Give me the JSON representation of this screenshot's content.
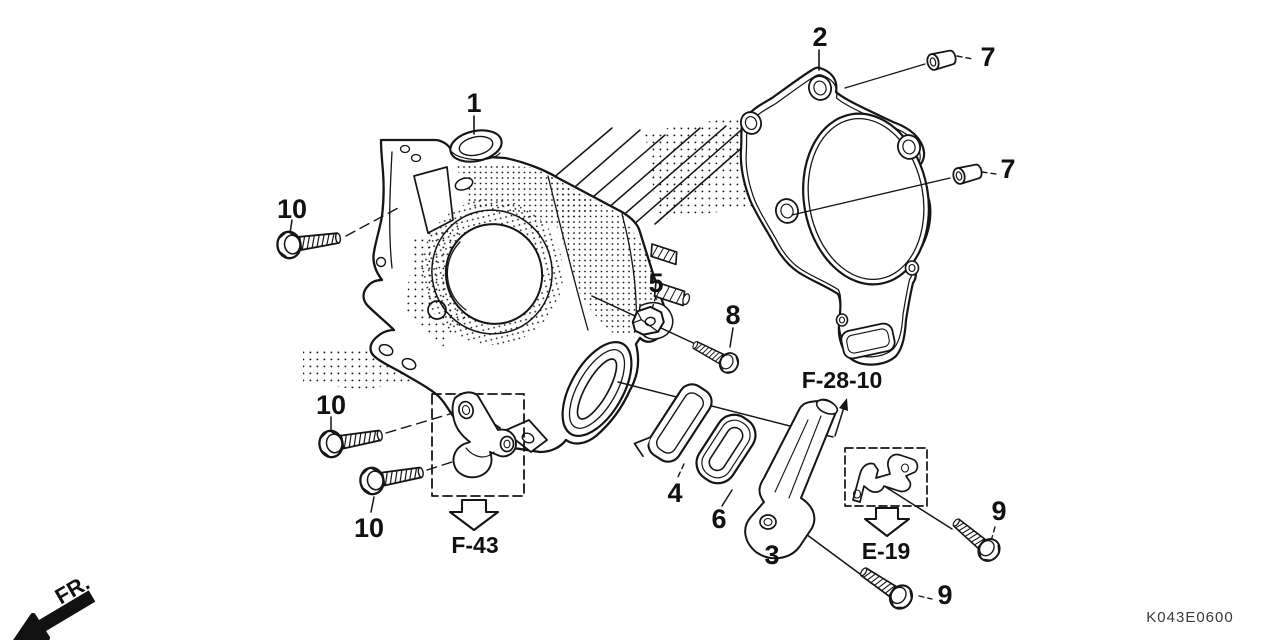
{
  "colors": {
    "ink": "#151515",
    "paper": "#ffffff"
  },
  "callouts": {
    "c1": "1",
    "c2": "2",
    "c3": "3",
    "c4": "4",
    "c5": "5",
    "c6": "6",
    "c7a": "7",
    "c7b": "7",
    "c8": "8",
    "c9a": "9",
    "c9b": "9",
    "c10a": "10",
    "c10b": "10",
    "c10c": "10"
  },
  "references": {
    "f2810": "F-28-10",
    "f43": "F-43",
    "e19": "E-19"
  },
  "orientation": {
    "front_label": "FR."
  },
  "footer": {
    "diagram_code": "K043E0600"
  }
}
